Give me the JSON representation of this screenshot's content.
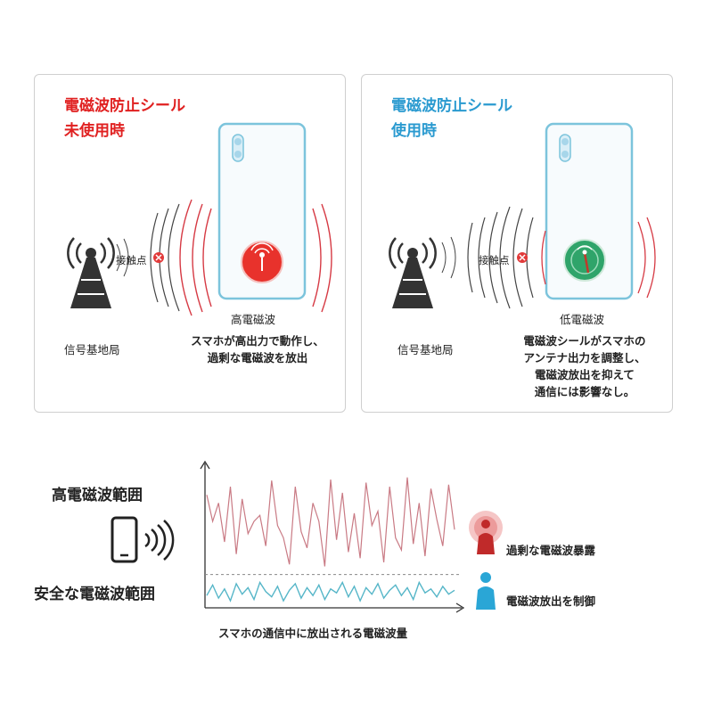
{
  "left_panel": {
    "title_line1": "電磁波防止シール",
    "title_line2": "未使用時",
    "contact_label": "接触点",
    "station_label": "信号基地局",
    "wave_label": "高電磁波",
    "description": [
      "スマホが高出力で動作し、",
      "過剰な電磁波を放出"
    ],
    "title_color": "#e02020"
  },
  "right_panel": {
    "title_line1": "電磁波防止シール",
    "title_line2": "使用時",
    "contact_label": "接触点",
    "station_label": "信号基地局",
    "wave_label": "低電磁波",
    "description": [
      "電磁波シールがスマホの",
      "アンテナ出力を調整し、",
      "電磁波放出を抑えて",
      "通信には影響なし。"
    ],
    "title_color": "#2a9ad0"
  },
  "chart_data": {
    "type": "line",
    "xlabel": "スマホの通信中に放出される電磁波量",
    "series": [
      {
        "color": "#c97a84",
        "values": [
          0.78,
          0.52,
          0.7,
          0.32,
          0.86,
          0.2,
          0.74,
          0.4,
          0.52,
          0.58,
          0.28,
          0.92,
          0.48,
          0.36,
          0.1,
          0.86,
          0.42,
          0.26,
          0.7,
          0.52,
          0.08,
          0.93,
          0.34,
          0.8,
          0.22,
          0.6,
          0.16,
          0.9,
          0.48,
          0.62,
          0.12,
          0.86,
          0.36,
          0.24,
          0.95,
          0.3,
          0.7,
          0.18,
          0.84,
          0.54,
          0.28,
          0.88,
          0.44
        ]
      },
      {
        "color": "#56b6c8",
        "values": [
          0.06,
          0.14,
          0.04,
          0.11,
          0.02,
          0.15,
          0.07,
          0.12,
          0.03,
          0.16,
          0.09,
          0.05,
          0.13,
          0.02,
          0.1,
          0.15,
          0.04,
          0.12,
          0.06,
          0.14,
          0.03,
          0.11,
          0.08,
          0.16,
          0.05,
          0.13,
          0.02,
          0.12,
          0.07,
          0.15,
          0.04,
          0.1,
          0.14,
          0.06,
          0.12,
          0.03,
          0.16,
          0.08,
          0.11,
          0.05,
          0.13,
          0.07,
          0.1
        ]
      }
    ],
    "ylim": [
      0,
      1
    ],
    "threshold": 0.22
  },
  "bottom": {
    "high_range_label": "高電磁波範囲",
    "safe_range_label": "安全な電磁波範囲",
    "legend_over": "過剰な電磁波暴露",
    "legend_control": "電磁波放出を制御",
    "over_color": "#d03030",
    "control_color": "#2aa6d6"
  }
}
